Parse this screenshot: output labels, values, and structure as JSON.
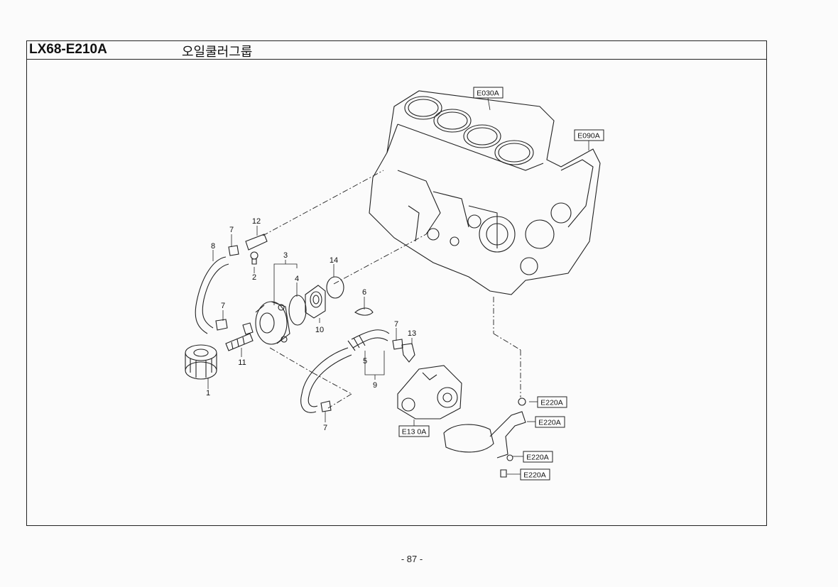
{
  "header": {
    "code": "LX68-E210A",
    "title": "오일쿨러그룹"
  },
  "callouts": [
    "1",
    "2",
    "3",
    "4",
    "5",
    "6",
    "7",
    "7",
    "7",
    "7",
    "8",
    "9",
    "10",
    "11",
    "12",
    "13",
    "14"
  ],
  "refs": [
    "E030A",
    "E090A",
    "E220A",
    "E220A",
    "E220A",
    "E220A",
    "E13 0A"
  ],
  "footer": {
    "page": "- 87 -"
  }
}
